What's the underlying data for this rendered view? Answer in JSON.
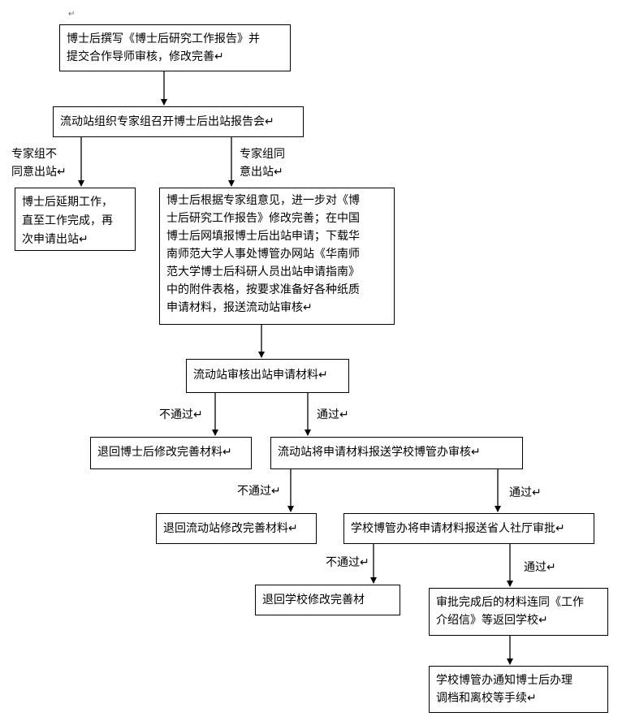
{
  "boxes": {
    "write_report": "博士后撰写《博士后研究工作报告》并\n提交合作导师审核，修改完善↵",
    "station_meeting": "流动站组织专家组召开博士后出站报告会↵",
    "extend_work": "博士后延期工作，\n直至工作完成，再\n次申请出站↵",
    "revise_apply": "博士后根据专家组意见，进一步对《博\n士后研究工作报告》修改完善；在中国\n博士后网填报博士后出站申请；下载华\n南师范大学人事处博管办网站《华南师\n范大学博士后科研人员出站申请指南》\n中的附件表格，按要求准备好各种纸质\n申请材料，报送流动站审核↵",
    "station_review": "流动站审核出站申请材料↵",
    "return_postdoc": "退回博士后修改完善材料↵",
    "submit_school": "流动站将申请材料报送学校博管办审核↵",
    "return_station": "退回流动站修改完善材料↵",
    "submit_province": "学校博管办将申请材料报送省人社厅审批↵",
    "return_school": "退回学校修改完善材",
    "approval_done": "审批完成后的材料连同《工作\n介绍信》等返回学校↵",
    "notify_procedures": "学校博管办通知博士后办理\n调档和离校等手续↵"
  },
  "labels": {
    "experts_disagree": "专家组不\n同意出站↵",
    "experts_agree": "专家组同\n意出站↵",
    "fail_1": "不通过↵",
    "pass_1": "通过↵",
    "fail_2": "不通过↵",
    "pass_2": "通过↵",
    "fail_3": "不通过↵",
    "pass_3": "通过↵"
  },
  "top_mark": "↵"
}
